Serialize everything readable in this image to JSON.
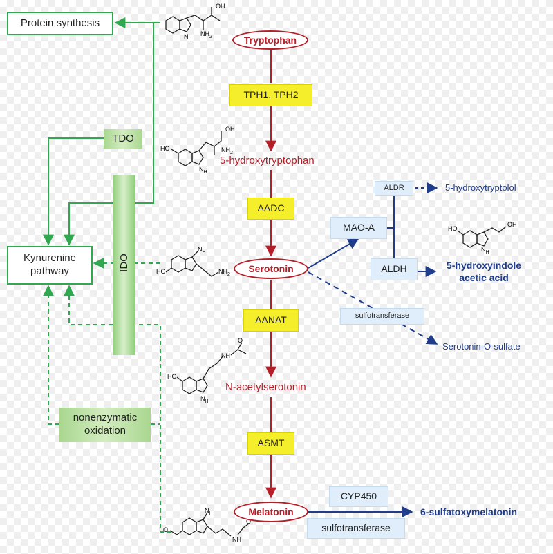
{
  "left": {
    "protein_synthesis": "Protein synthesis",
    "tdo": "TDO",
    "kynurenine": "Kynurenine\npathway",
    "ido": "IDO",
    "nonenzymatic": "nonenzymatic\noxidation"
  },
  "main": {
    "tryptophan": "Tryptophan",
    "tph": "TPH1, TPH2",
    "htp": "5-hydroxytryptophan",
    "aadc": "AADC",
    "serotonin": "Serotonin",
    "aanat": "AANAT",
    "nas": "N-acetylserotonin",
    "asmt": "ASMT",
    "melatonin": "Melatonin"
  },
  "right": {
    "aldr": "ALDR",
    "hydroxytryptolol": "5-hydroxytryptolol",
    "maoa": "MAO-A",
    "aldh": "ALDH",
    "hiaa": "5-hydroxyindole\nacetic acid",
    "sulfotransferase1": "sulfotransferase",
    "serotonin_o_sulfate": "Serotonin-O-sulfate",
    "cyp450": "CYP450",
    "sulfotransferase2": "sulfotransferase",
    "sulfatoxymelatonin": "6-sulfatoxymelatonin"
  },
  "molecules": {
    "oh": "OH",
    "ho": "HO",
    "nh2": "NH",
    "nh2_sub": "2",
    "n": "N",
    "h": "H",
    "o": "O"
  },
  "colors": {
    "green": "#2fa84f",
    "dark_red": "#b51f2a",
    "blue": "#1f3d8c",
    "enzyme_yellow": "#f5ee2a"
  }
}
